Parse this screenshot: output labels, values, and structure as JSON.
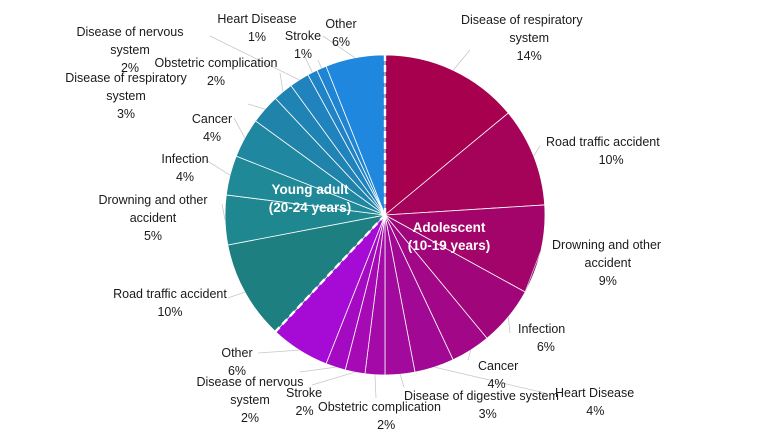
{
  "chart_data": {
    "type": "pie",
    "title": "",
    "groups": [
      {
        "name_lines": [
          "Adolescent",
          "(10-19 years)"
        ]
      },
      {
        "name_lines": [
          "Young adult",
          "(20-24 years)"
        ]
      }
    ],
    "slices": [
      {
        "group": 0,
        "label_lines": [
          "Disease of respiratory",
          "system"
        ],
        "pct_label": "14%",
        "value": 14,
        "color": "#a6004f"
      },
      {
        "group": 0,
        "label_lines": [
          "Road traffic accident"
        ],
        "pct_label": "10%",
        "value": 10,
        "color": "#a50359"
      },
      {
        "group": 0,
        "label_lines": [
          "Drowning and other",
          "accident"
        ],
        "pct_label": "9%",
        "value": 9,
        "color": "#a3046a"
      },
      {
        "group": 0,
        "label_lines": [
          "Infection"
        ],
        "pct_label": "6%",
        "value": 6,
        "color": "#a00579"
      },
      {
        "group": 0,
        "label_lines": [
          "Cancer"
        ],
        "pct_label": "4%",
        "value": 4,
        "color": "#a20787"
      },
      {
        "group": 0,
        "label_lines": [
          "Heart Disease"
        ],
        "pct_label": "4%",
        "value": 4,
        "color": "#a10893"
      },
      {
        "group": 0,
        "label_lines": [
          "Disease of digestive system"
        ],
        "pct_label": "3%",
        "value": 3,
        "color": "#a2099d"
      },
      {
        "group": 0,
        "label_lines": [
          "Obstetric complication"
        ],
        "pct_label": "2%",
        "value": 2,
        "color": "#a30aa8"
      },
      {
        "group": 0,
        "label_lines": [
          "Stroke"
        ],
        "pct_label": "2%",
        "value": 2,
        "color": "#a50ab5"
      },
      {
        "group": 0,
        "label_lines": [
          "Disease of nervous",
          "system"
        ],
        "pct_label": "2%",
        "value": 2,
        "color": "#a50ac3"
      },
      {
        "group": 0,
        "label_lines": [
          "Other"
        ],
        "pct_label": "6%",
        "value": 6,
        "color": "#a50bd4"
      },
      {
        "group": 1,
        "label_lines": [
          "Road traffic accident"
        ],
        "pct_label": "10%",
        "value": 10,
        "color": "#1d7f7f"
      },
      {
        "group": 1,
        "label_lines": [
          "Drowning and other",
          "accident"
        ],
        "pct_label": "5%",
        "value": 5,
        "color": "#1f8790"
      },
      {
        "group": 1,
        "label_lines": [
          "Infection"
        ],
        "pct_label": "4%",
        "value": 4,
        "color": "#208997"
      },
      {
        "group": 1,
        "label_lines": [
          "Cancer"
        ],
        "pct_label": "4%",
        "value": 4,
        "color": "#1f87a0"
      },
      {
        "group": 1,
        "label_lines": [
          "Disease of respiratory",
          "system"
        ],
        "pct_label": "3%",
        "value": 3,
        "color": "#2084aa"
      },
      {
        "group": 1,
        "label_lines": [
          "Obstetric complication"
        ],
        "pct_label": "2%",
        "value": 2,
        "color": "#1f83b3"
      },
      {
        "group": 1,
        "label_lines": [
          "Disease of nervous",
          "system"
        ],
        "pct_label": "2%",
        "value": 2,
        "color": "#2083bd"
      },
      {
        "group": 1,
        "label_lines": [
          "Heart Disease"
        ],
        "pct_label": "1%",
        "value": 1,
        "color": "#2083c7"
      },
      {
        "group": 1,
        "label_lines": [
          "Stroke"
        ],
        "pct_label": "1%",
        "value": 1,
        "color": "#1f84d2"
      },
      {
        "group": 1,
        "label_lines": [
          "Other"
        ],
        "pct_label": "6%",
        "value": 6,
        "color": "#1f87de"
      }
    ],
    "legend": "none",
    "grid": false
  }
}
